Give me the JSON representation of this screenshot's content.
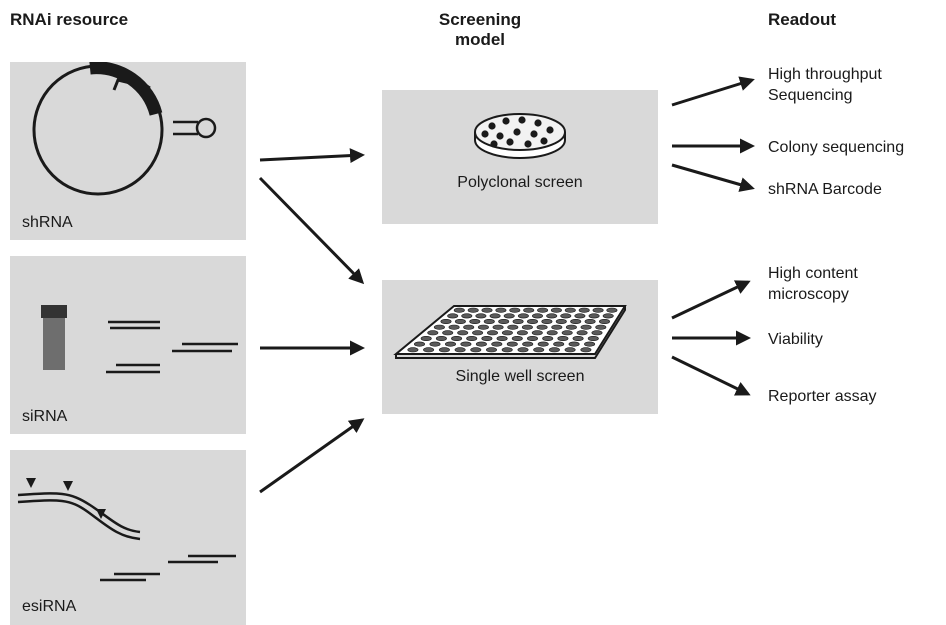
{
  "headers": {
    "resource": "RNAi resource",
    "model_line1": "Screening",
    "model_line2": "model",
    "readout": "Readout"
  },
  "resources": [
    {
      "label": "shRNA",
      "icon": "plasmid-hairpin-icon"
    },
    {
      "label": "siRNA",
      "icon": "vial-duplex-icon"
    },
    {
      "label": "esiRNA",
      "icon": "dsrna-cleavage-icon"
    }
  ],
  "models": [
    {
      "label": "Polyclonal screen",
      "icon": "petri-dish-icon"
    },
    {
      "label": "Single well screen",
      "icon": "multiwell-plate-icon"
    }
  ],
  "readouts": {
    "polyclonal": [
      {
        "line1": "High throughput",
        "line2": "Sequencing"
      },
      {
        "line1": "Colony sequencing"
      },
      {
        "line1": "shRNA Barcode"
      }
    ],
    "single_well": [
      {
        "line1": "High content",
        "line2": "microscopy"
      },
      {
        "line1": "Viability"
      },
      {
        "line1": "Reporter assay"
      }
    ]
  },
  "colors": {
    "panel": "#d9d9d9",
    "ink": "#1a1a1a"
  }
}
